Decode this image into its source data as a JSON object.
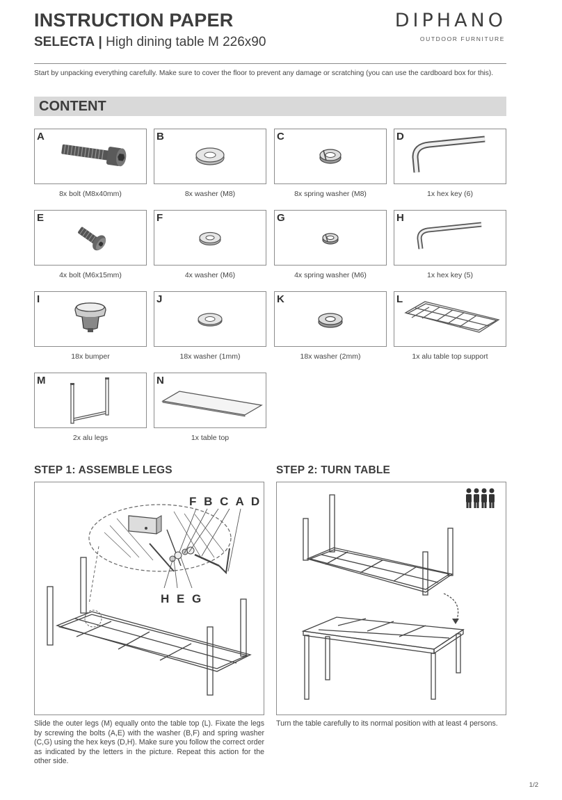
{
  "header": {
    "title": "INSTRUCTION PAPER",
    "product_name": "SELECTA",
    "separator": "|",
    "product_desc": "High dining table M 226x90",
    "brand": "DIPHANO",
    "brand_tagline": "OUTDOOR FURNITURE"
  },
  "intro": "Start by unpacking everything carefully. Make sure to cover the floor to prevent any damage or scratching (you can use the cardboard box for this).",
  "content_title": "CONTENT",
  "parts": [
    {
      "letter": "A",
      "caption": "8x bolt (M8x40mm)",
      "icon": "bolt-icon"
    },
    {
      "letter": "B",
      "caption": "8x washer (M8)",
      "icon": "washer-icon"
    },
    {
      "letter": "C",
      "caption": "8x spring washer (M8)",
      "icon": "spring-washer-icon"
    },
    {
      "letter": "D",
      "caption": "1x hex key (6)",
      "icon": "hex-key-icon"
    },
    {
      "letter": "E",
      "caption": "4x bolt (M6x15mm)",
      "icon": "bolt-icon"
    },
    {
      "letter": "F",
      "caption": "4x washer (M6)",
      "icon": "washer-icon"
    },
    {
      "letter": "G",
      "caption": "4x spring washer (M6)",
      "icon": "spring-washer-icon"
    },
    {
      "letter": "H",
      "caption": "1x hex key (5)",
      "icon": "hex-key-icon"
    },
    {
      "letter": "I",
      "caption": "18x bumper",
      "icon": "bumper-icon"
    },
    {
      "letter": "J",
      "caption": "18x washer (1mm)",
      "icon": "washer-icon"
    },
    {
      "letter": "K",
      "caption": "18x washer (2mm)",
      "icon": "washer-icon"
    },
    {
      "letter": "L",
      "caption": "1x alu table top support",
      "icon": "table-support-icon"
    },
    {
      "letter": "M",
      "caption": "2x alu legs",
      "icon": "legs-icon"
    },
    {
      "letter": "N",
      "caption": "1x table top",
      "icon": "table-top-icon"
    }
  ],
  "step1": {
    "title": "STEP 1: ASSEMBLE LEGS",
    "labels_top": "F B C A D",
    "labels_bottom": "H E G",
    "text": "Slide the outer legs (M) equally onto the table top (L). Fixate the legs by screwing the bolts (A,E) with the washer (B,F) and spring washer (C,G) using the hex keys (D,H). Make sure you follow the correct order as indicated by the letters in the picture. Repeat this action for the other side."
  },
  "step2": {
    "title": "STEP 2: TURN TABLE",
    "text": "Turn the table carefully to its normal position with at least 4 persons."
  },
  "page_number": "1/2"
}
